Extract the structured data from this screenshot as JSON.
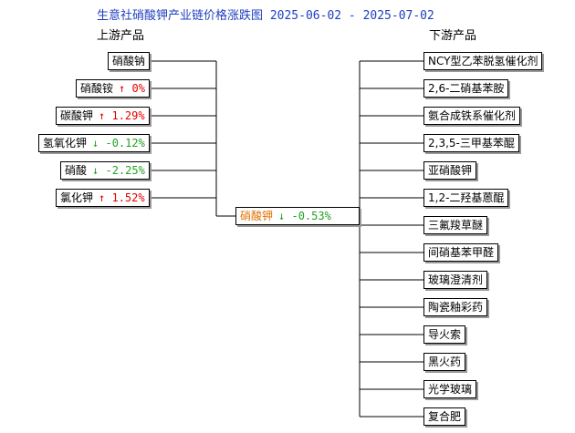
{
  "title": "生意社硝酸钾产业链价格涨跌图 2025-06-02 - 2025-07-02",
  "upstream_label": "上游产品",
  "downstream_label": "下游产品",
  "center": {
    "name": "硝酸钾",
    "arrow": "↓",
    "change": "-0.53%",
    "direction": "down"
  },
  "upstream": [
    {
      "name": "硝酸钠",
      "arrow": "",
      "change": "",
      "direction": "none"
    },
    {
      "name": "硝酸铵",
      "arrow": "↑",
      "change": "0%",
      "direction": "up"
    },
    {
      "name": "碳酸钾",
      "arrow": "↑",
      "change": "1.29%",
      "direction": "up"
    },
    {
      "name": "氢氧化钾",
      "arrow": "↓",
      "change": "-0.12%",
      "direction": "down"
    },
    {
      "name": "硝酸",
      "arrow": "↓",
      "change": "-2.25%",
      "direction": "down"
    },
    {
      "name": "氯化钾",
      "arrow": "↑",
      "change": "1.52%",
      "direction": "up"
    }
  ],
  "downstream": [
    {
      "name": "NCY型乙苯脱氢催化剂"
    },
    {
      "name": "2,6-二硝基苯胺"
    },
    {
      "name": "氨合成铁系催化剂"
    },
    {
      "name": "2,3,5-三甲基苯醌"
    },
    {
      "name": "亚硝酸钾"
    },
    {
      "name": "1,2-二羟基蒽醌"
    },
    {
      "name": "三氟羧草醚"
    },
    {
      "name": "间硝基苯甲醛"
    },
    {
      "name": "玻璃澄清剂"
    },
    {
      "name": "陶瓷釉彩药"
    },
    {
      "name": "导火索"
    },
    {
      "name": "黑火药"
    },
    {
      "name": "光学玻璃"
    },
    {
      "name": "复合肥"
    }
  ],
  "colors": {
    "up": "#e00000",
    "down": "#22a022",
    "center": "#e07000",
    "title": "#1f3fbf"
  }
}
